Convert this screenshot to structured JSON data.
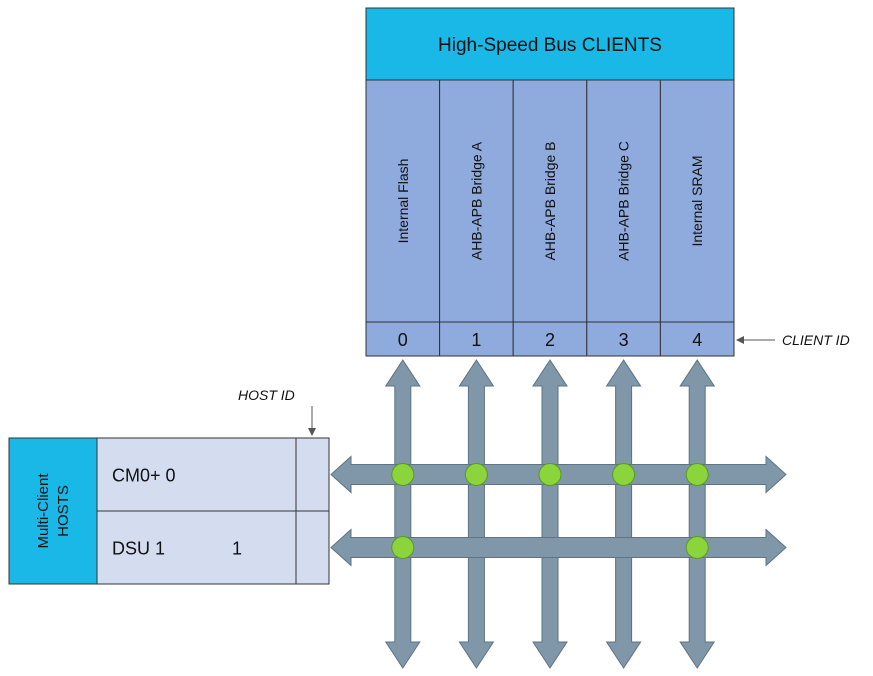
{
  "clients": {
    "title": "High-Speed Bus CLIENTS",
    "id_label": "CLIENT ID",
    "items": [
      {
        "name": "Internal Flash",
        "id": "0"
      },
      {
        "name": "AHB-APB Bridge A",
        "id": "1"
      },
      {
        "name": "AHB-APB Bridge B",
        "id": "2"
      },
      {
        "name": "AHB-APB Bridge C",
        "id": "3"
      },
      {
        "name": "Internal SRAM",
        "id": "4"
      }
    ]
  },
  "hosts": {
    "title_line1": "Multi-Client",
    "title_line2": "HOSTS",
    "id_label": "HOST ID",
    "items": [
      {
        "name": "CM0+ 0",
        "id": ""
      },
      {
        "name": "DSU 1",
        "id": "1"
      }
    ]
  },
  "connections": [
    {
      "host": 0,
      "clients": [
        0,
        1,
        2,
        3,
        4
      ]
    },
    {
      "host": 1,
      "clients": [
        0,
        4
      ]
    }
  ],
  "colors": {
    "header_fill": "#19b8e6",
    "client_fill": "#8faadc",
    "host_fill": "#d4ddf0",
    "arrow_fill": "#7f97a8",
    "node_fill": "#8cd43c",
    "outline": "#333333"
  }
}
